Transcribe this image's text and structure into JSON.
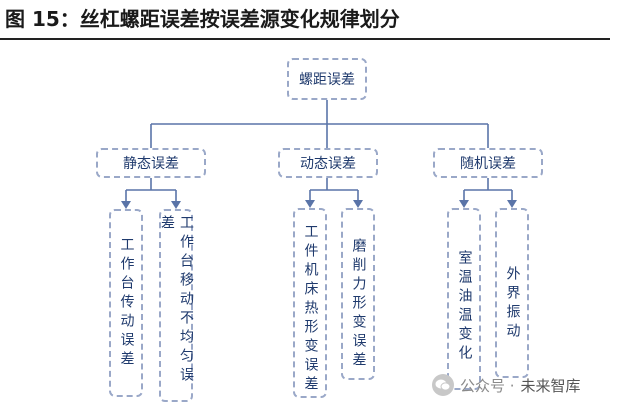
{
  "caption": "图 15：丝杠螺距误差按误差源变化规律划分",
  "root": "螺距误差",
  "categories": [
    "静态误差",
    "动态误差",
    "随机误差"
  ],
  "leaves": [
    "工作台传动误差",
    "工作台移动不均匀误差",
    "工件机床热形变误差",
    "磨削力形变误差",
    "室温油温变化",
    "外界振动"
  ],
  "watermark": {
    "source": "公众号 ·",
    "name": "未来智库",
    "icon": "wechat-icon"
  },
  "colors": {
    "node_border": "#9aa8c8",
    "connector": "#5a74a8",
    "text": "#1f3a6d"
  }
}
